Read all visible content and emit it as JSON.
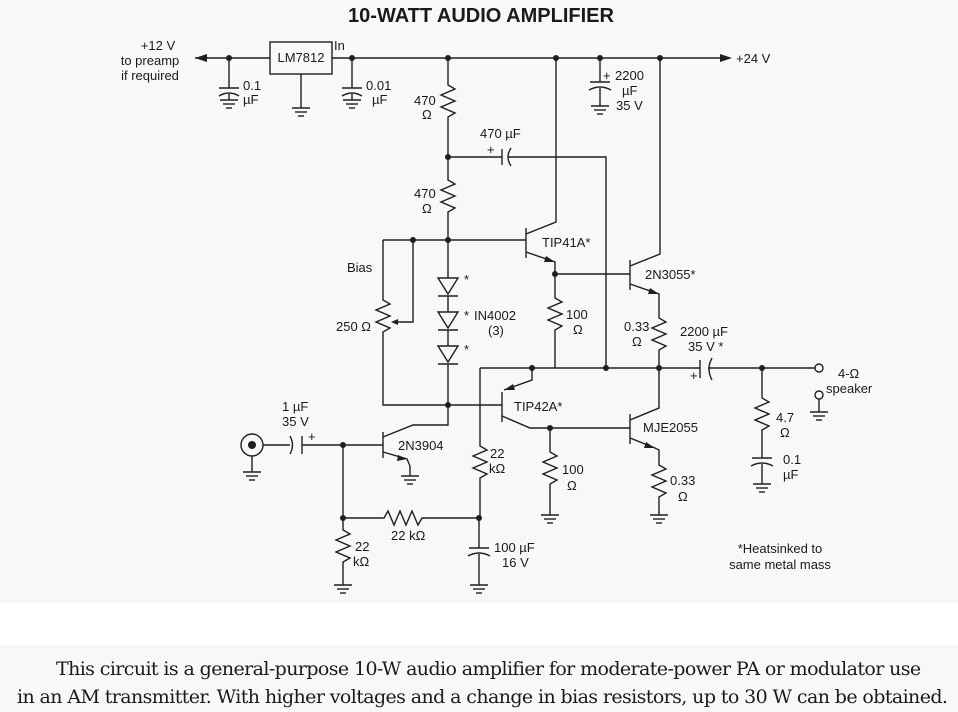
{
  "title": "10-WATT AUDIO AMPLIFIER",
  "rails": {
    "plus24": "+24 V",
    "plus12_l1": "+12 V",
    "plus12_l2": "to preamp",
    "plus12_l3": "if required",
    "in_label": "In"
  },
  "components": {
    "regulator": "LM7812",
    "c_01": {
      "value": "0.1",
      "unit": "µF"
    },
    "c_001": {
      "value": "0.01",
      "unit": "µF"
    },
    "c_2200_supply": {
      "plus": "+",
      "value": "2200",
      "unit": "µF",
      "voltage": "35 V"
    },
    "r_470_top": {
      "value": "470",
      "unit": "Ω"
    },
    "c_470": {
      "plus": "+",
      "value": "470 µF"
    },
    "r_470_mid": {
      "value": "470",
      "unit": "Ω"
    },
    "bias_label": "Bias",
    "pot_250": "250 Ω",
    "diodes": {
      "part": "IN4002",
      "count": "(3)",
      "star": "*"
    },
    "q_tip41": "TIP41A*",
    "q_2n3055": "2N3055*",
    "r_100_a": {
      "value": "100",
      "unit": "Ω"
    },
    "r_033_a": {
      "value": "0.33",
      "unit": "Ω"
    },
    "c_2200_out": {
      "value": "2200 µF",
      "voltage": "35 V *",
      "plus": "+"
    },
    "speaker": {
      "l1": "4-Ω",
      "l2": "speaker"
    },
    "r_47": {
      "value": "4.7",
      "unit": "Ω"
    },
    "c_01_out": {
      "value": "0.1",
      "unit": "µF"
    },
    "q_tip42": "TIP42A*",
    "q_mje2055": "MJE2055",
    "r_100_b": {
      "value": "100",
      "unit": "Ω"
    },
    "r_033_b": {
      "value": "0.33",
      "unit": "Ω"
    },
    "c_1uf": {
      "value": "1 µF",
      "voltage": "35 V",
      "plus": "+"
    },
    "q_2n3904": "2N3904",
    "r_22k_a": {
      "value": "22",
      "unit": "kΩ"
    },
    "r_22k_fb": "22 kΩ",
    "r_22k_b": {
      "value": "22",
      "unit": "kΩ"
    },
    "c_100uf": {
      "value": "100 µF",
      "voltage": "16 V"
    }
  },
  "note": {
    "l1": "*Heatsinked to",
    "l2": "same metal mass"
  },
  "caption": {
    "line1": "This circuit is a general-purpose 10-W audio amplifier for moderate-power PA or modulator use",
    "line2": "in an AM transmitter. With higher voltages and a change in bias resistors, up to 30 W can be obtained."
  }
}
